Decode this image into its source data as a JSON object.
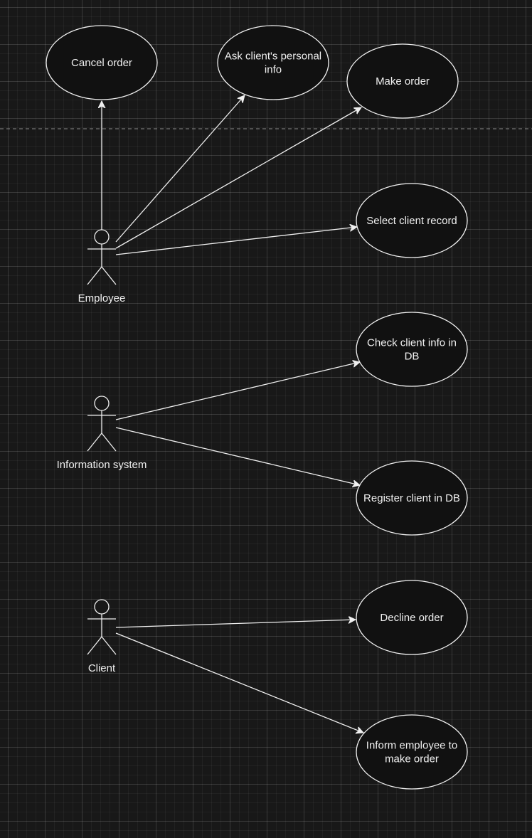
{
  "diagram": {
    "colors": {
      "background": "#181818",
      "stroke": "#f0f0f0",
      "ellipse_fill": "#111111",
      "divider": "#8a8a8a",
      "text": "#f0f0f0"
    },
    "actors": [
      {
        "id": "employee",
        "label": "Employee"
      },
      {
        "id": "information-system",
        "label": "Information system"
      },
      {
        "id": "client",
        "label": "Client"
      }
    ],
    "use_cases": [
      {
        "id": "cancel-order",
        "lines": [
          "Cancel order"
        ]
      },
      {
        "id": "ask-personal-info",
        "lines": [
          "Ask client's personal",
          "info"
        ]
      },
      {
        "id": "make-order",
        "lines": [
          "Make order"
        ]
      },
      {
        "id": "select-client-record",
        "lines": [
          "Select client record"
        ]
      },
      {
        "id": "check-client-info",
        "lines": [
          "Check client info in",
          "DB"
        ]
      },
      {
        "id": "register-client",
        "lines": [
          "Register client in DB"
        ]
      },
      {
        "id": "decline-order",
        "lines": [
          "Decline order"
        ]
      },
      {
        "id": "inform-employee",
        "lines": [
          "Inform employee to",
          "make order"
        ]
      }
    ],
    "associations": [
      {
        "from": "employee",
        "to": "cancel-order"
      },
      {
        "from": "employee",
        "to": "ask-personal-info"
      },
      {
        "from": "employee",
        "to": "make-order"
      },
      {
        "from": "employee",
        "to": "select-client-record"
      },
      {
        "from": "information-system",
        "to": "check-client-info"
      },
      {
        "from": "information-system",
        "to": "register-client"
      },
      {
        "from": "client",
        "to": "decline-order"
      },
      {
        "from": "client",
        "to": "inform-employee"
      }
    ]
  }
}
